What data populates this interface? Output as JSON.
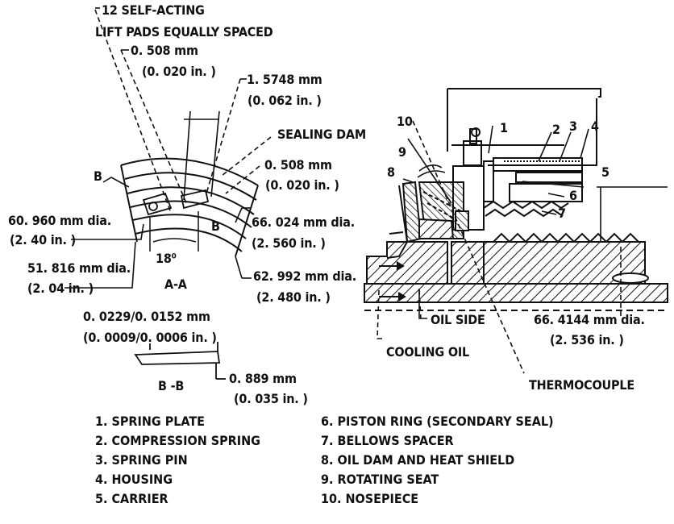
{
  "callouts": {
    "lift_pads_1": "12 SELF-ACTING",
    "lift_pads_2": "LIFT PADS EQUALLY SPACED",
    "pad_depth_mm": "0. 508 mm",
    "pad_depth_in": "(0. 020 in. )",
    "dam_width_mm": "1. 5748 mm",
    "dam_width_in": "(0. 062 in. )",
    "sealing_dam": "SEALING DAM",
    "groove_mm": "0. 508 mm",
    "groove_in": "(0. 020 in. )",
    "dia_60_mm": "60. 960 mm dia.",
    "dia_60_in": "(2. 40 in. )",
    "dia_66_mm": "66. 024 mm dia.",
    "dia_66_in": "(2. 560 in. )",
    "dia_51_mm": "51. 816 mm dia.",
    "dia_51_in": "(2. 04 in. )",
    "angle": "18⁰",
    "dia_62_mm": "62. 992 mm dia.",
    "dia_62_in": "(2. 480 in. )",
    "section_aa": "A-A",
    "section_b_left": "B",
    "section_b_right": "B",
    "step_mm": "0. 0229/0. 0152 mm",
    "step_in": "(0. 0009/0. 0006 in. )",
    "depth_mm": "0. 889 mm",
    "depth_in": "(0. 035 in. )",
    "section_bb": "B -B",
    "oil_side": "OIL SIDE",
    "cooling_oil": "COOLING OIL",
    "dia_66_4_mm": "66. 4144 mm dia.",
    "dia_66_4_in": "(2. 536 in. )",
    "thermocouple": "THERMOCOUPLE"
  },
  "part_numbers": [
    "1",
    "2",
    "3",
    "4",
    "5",
    "6",
    "7",
    "8",
    "9",
    "10"
  ],
  "legend_left": [
    "1.  SPRING PLATE",
    "2.  COMPRESSION SPRING",
    "3.  SPRING PIN",
    "4.  HOUSING",
    "5.  CARRIER"
  ],
  "legend_right": [
    "6.  PISTON RING (SECONDARY SEAL)",
    "7.  BELLOWS SPACER",
    "8.  OIL DAM AND HEAT SHIELD",
    "9.  ROTATING SEAT",
    "10.  NOSEPIECE"
  ]
}
